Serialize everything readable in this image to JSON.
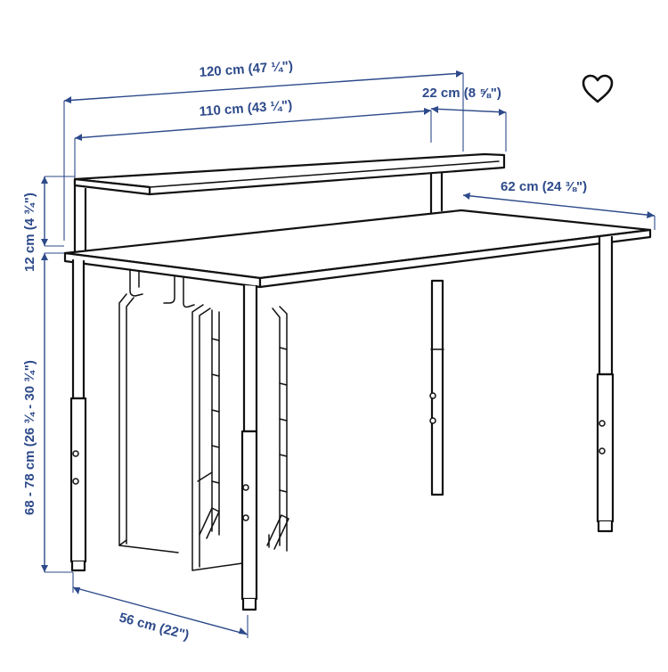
{
  "dimensions": {
    "overall_width": "120 cm (47 ¼\")",
    "inner_width": "110 cm (43 ¼\")",
    "shelf_depth": "22 cm (8 ⅝\")",
    "table_depth": "62 cm (24 ⅜\")",
    "shelf_height": "12 cm (4 ¾\")",
    "table_height": "68 - 78 cm (26 ¾ - 30 ¾\")",
    "base_depth": "56 cm (22\")"
  },
  "icons": {
    "favorite": "heart-icon"
  },
  "colors": {
    "dimension": "#2d4a8a",
    "drawing": "#111111"
  }
}
